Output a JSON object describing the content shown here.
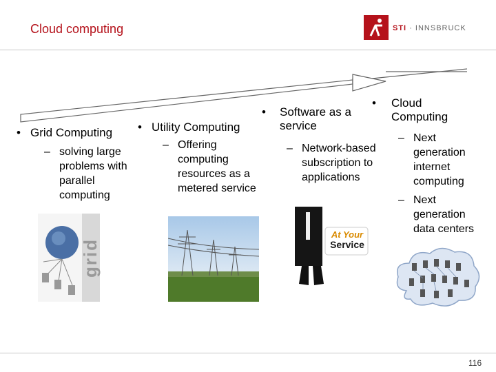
{
  "slide": {
    "title": "Cloud computing",
    "page_number": "116"
  },
  "logo": {
    "brand": "STI",
    "suffix": "· INNSBRUCK"
  },
  "columns": [
    {
      "heading": "Grid Computing",
      "detail": "solving large problems with parallel computing"
    },
    {
      "heading": "Utility Computing",
      "detail": "Offering computing resources as a metered service"
    },
    {
      "heading": "Software as a service",
      "detail": "Network-based subscription to applications"
    },
    {
      "heading": "Cloud Computing",
      "details": [
        "Next generation internet computing",
        "Next generation data centers"
      ]
    }
  ],
  "images": {
    "grid_label": "grid",
    "service_label_line1": "At Your",
    "service_label_line2": "Service"
  },
  "colors": {
    "accent": "#b5121b"
  }
}
